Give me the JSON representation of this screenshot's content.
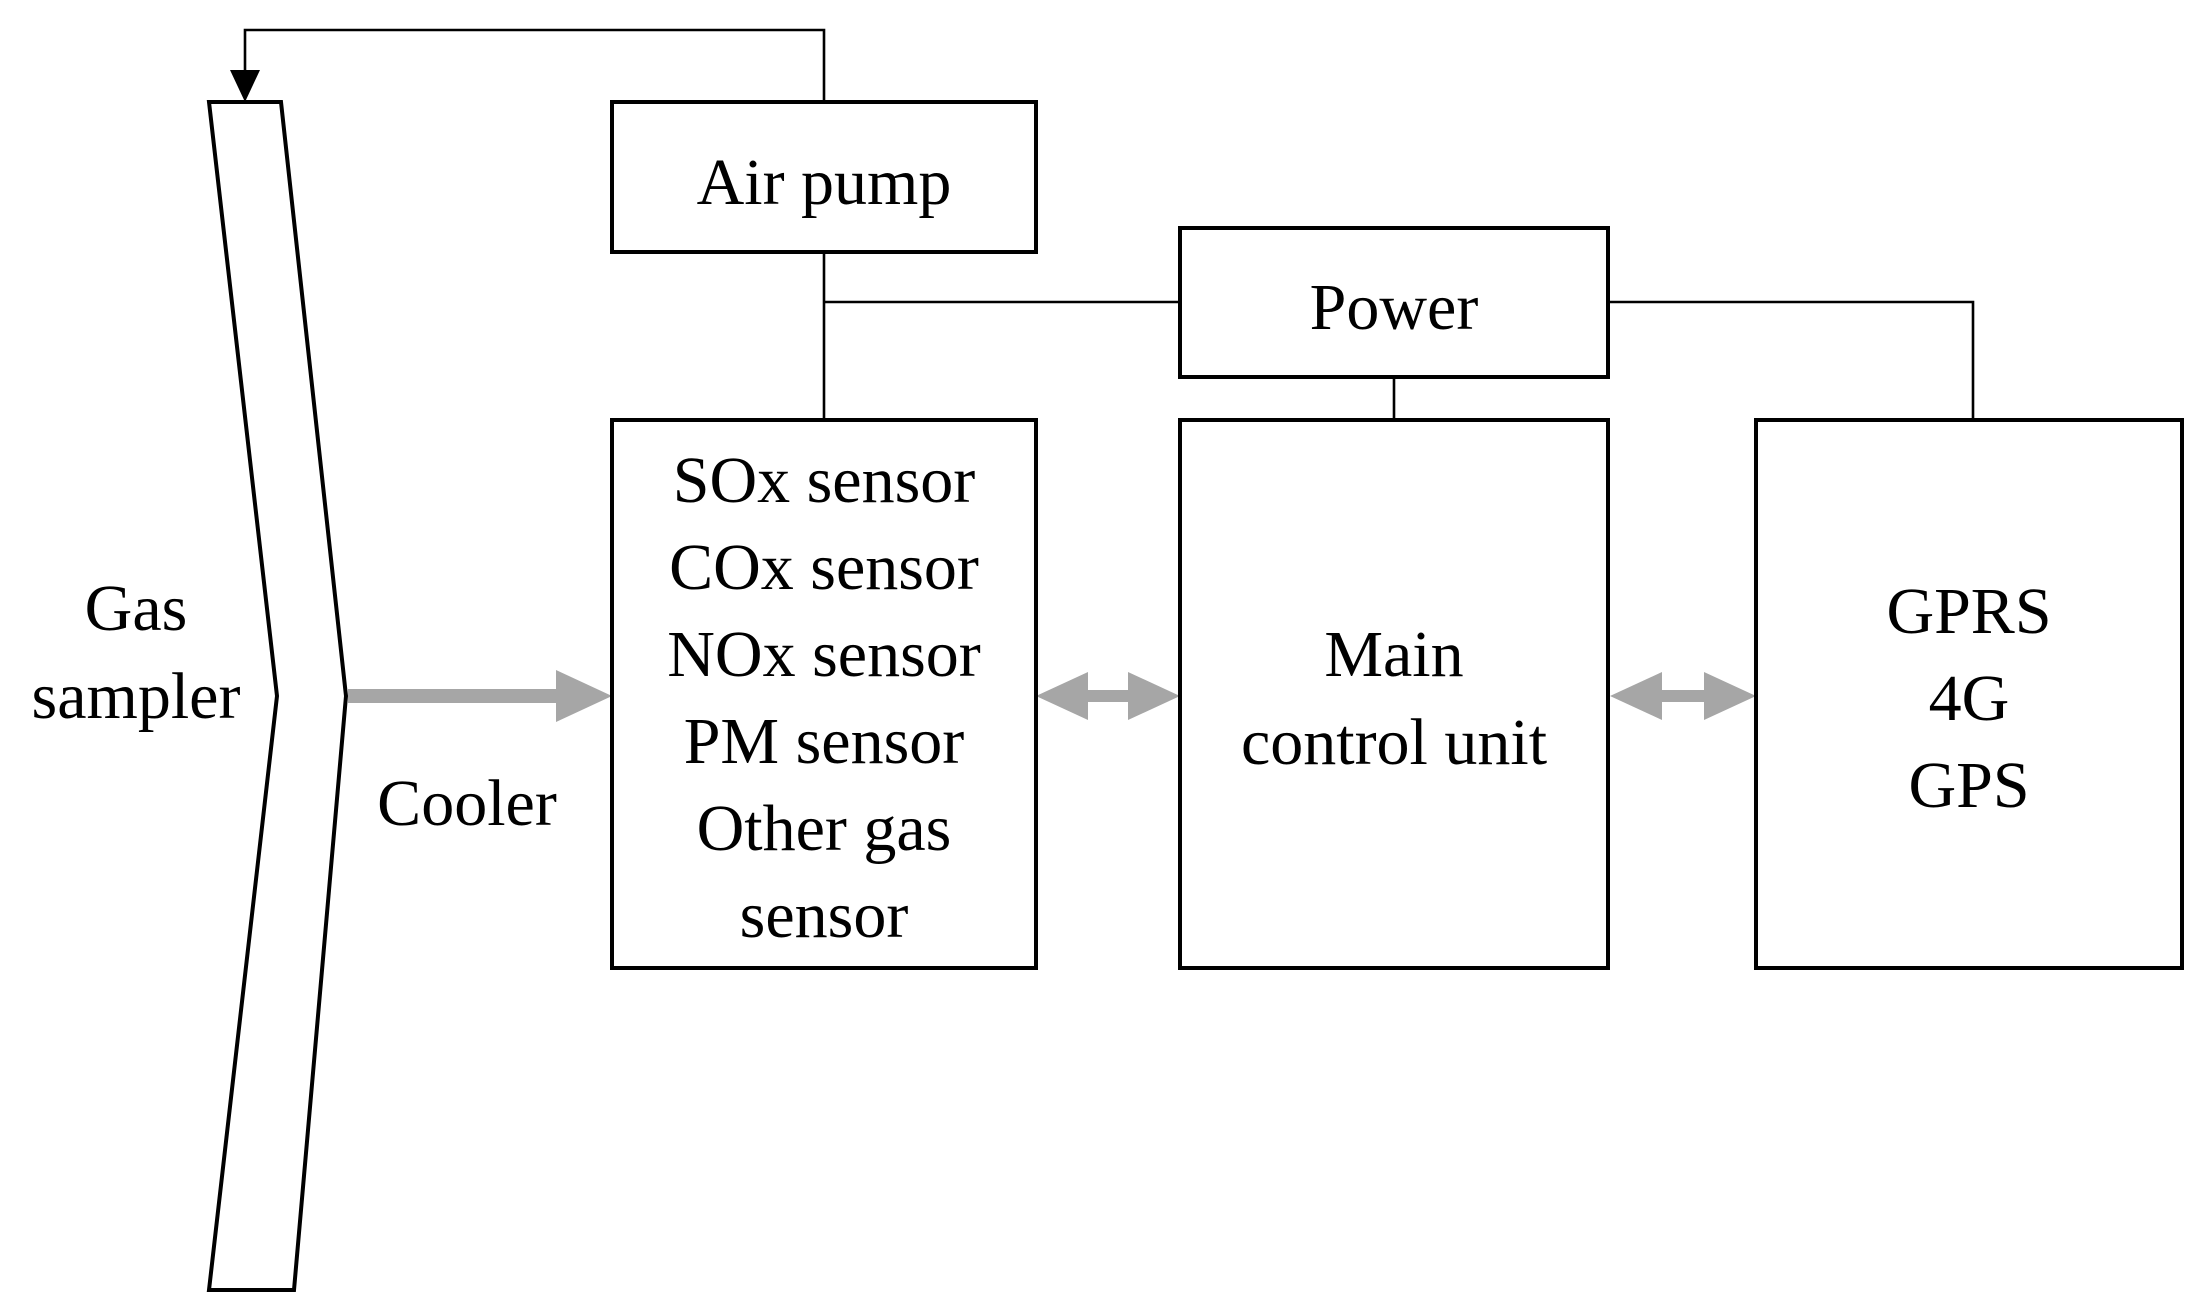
{
  "diagram": {
    "sampler": {
      "lines": [
        "Gas",
        "sampler"
      ]
    },
    "cooler": {
      "label": "Cooler"
    },
    "air_pump": {
      "label": "Air pump"
    },
    "power": {
      "label": "Power"
    },
    "sensors": {
      "lines": [
        "SOx sensor",
        "COx sensor",
        "NOx sensor",
        "PM sensor",
        "Other gas",
        "sensor"
      ]
    },
    "main_control": {
      "lines": [
        "Main",
        "control unit"
      ]
    },
    "comms": {
      "lines": [
        "GPRS",
        "4G",
        "GPS"
      ]
    }
  },
  "colors": {
    "line": "#000000",
    "flow_arrow": "#a6a6a6",
    "background": "#ffffff"
  }
}
